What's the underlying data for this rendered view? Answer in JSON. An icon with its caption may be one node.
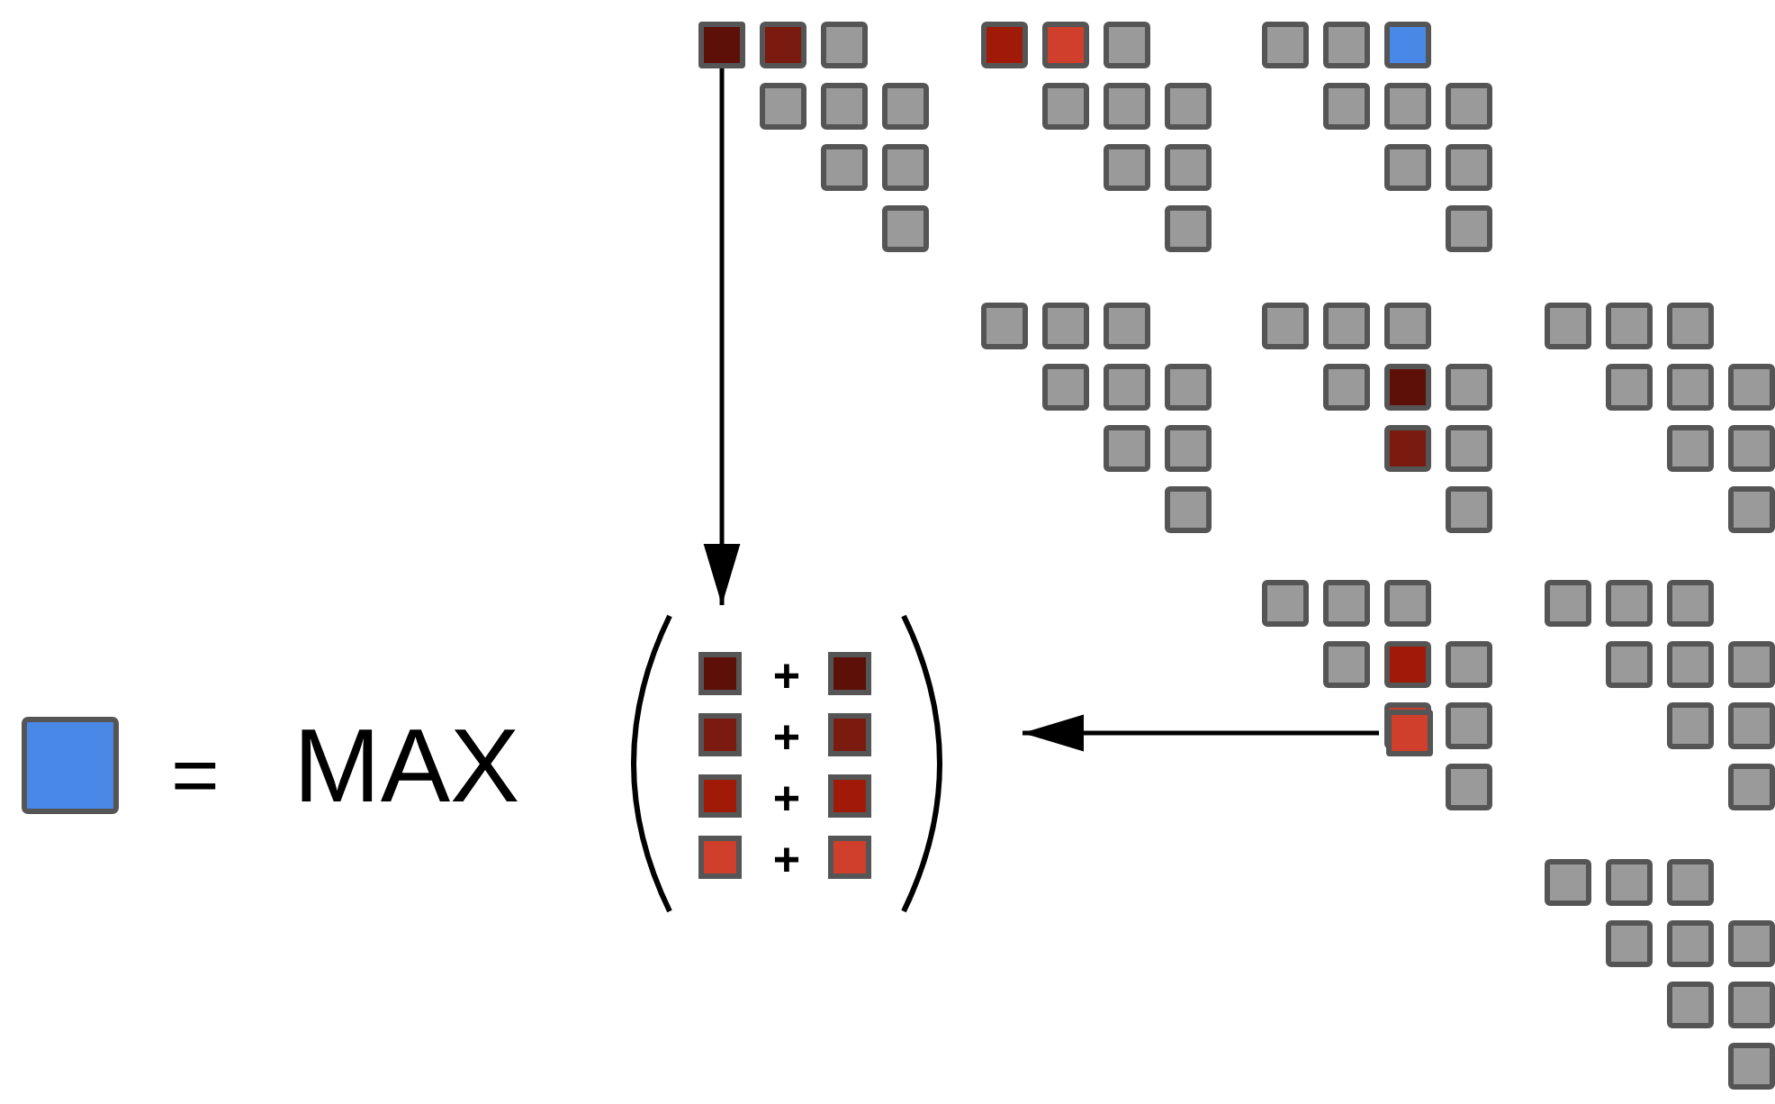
{
  "diagram": {
    "nodes": [
      {
        "text": [],
        "shape": "box"
      },
      {
        "text": [],
        "shape": "box"
      },
      {
        "text": [
          "+",
          "+",
          "+",
          "+"
        ]
      }
    ],
    "edges": [
      {
        "from": 0,
        "to": 2,
        "arrow": "to"
      },
      {
        "from": 1,
        "to": 2,
        "arrow": "to"
      }
    ],
    "labels": [
      "=",
      "MAX"
    ]
  }
}
